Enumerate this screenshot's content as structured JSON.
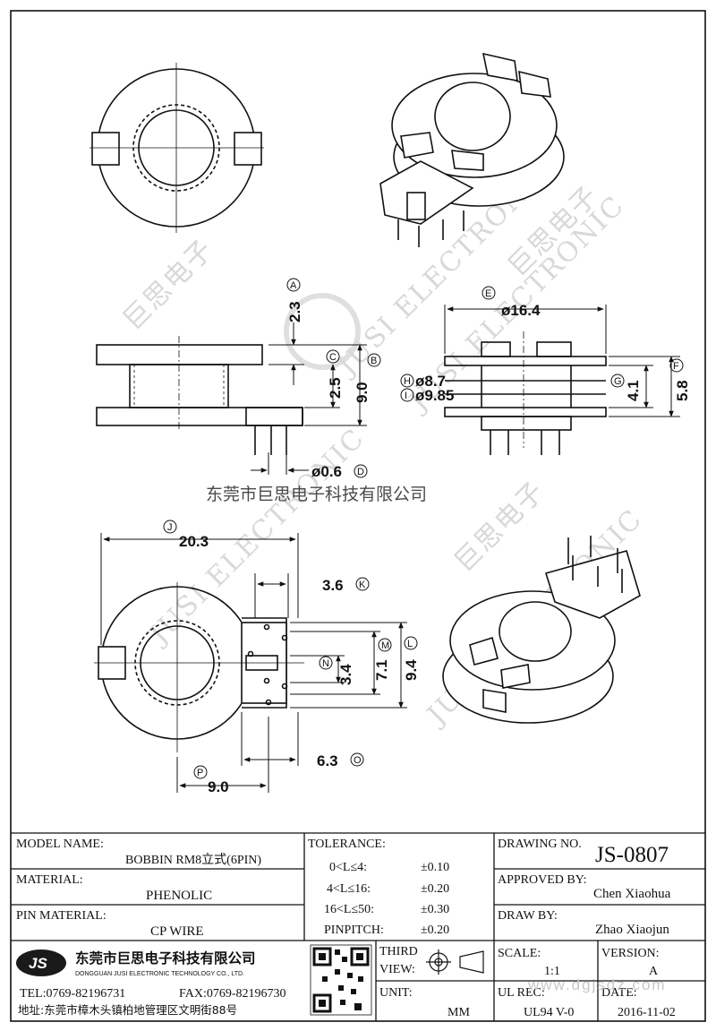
{
  "dimensions": {
    "A": {
      "letter": "A",
      "value": "2.3"
    },
    "B": {
      "letter": "B",
      "value": "9.0"
    },
    "C": {
      "letter": "C",
      "value": "2.5"
    },
    "D": {
      "letter": "D",
      "value": "ø0.6"
    },
    "E": {
      "letter": "E",
      "value": "ø16.4"
    },
    "F": {
      "letter": "F",
      "value": "5.8"
    },
    "G": {
      "letter": "G",
      "value": "4.1"
    },
    "H": {
      "letter": "H",
      "value": "ø8.7"
    },
    "I": {
      "letter": "I",
      "value": "ø9.85"
    },
    "J": {
      "letter": "J",
      "value": "20.3"
    },
    "K": {
      "letter": "K",
      "value": "3.6"
    },
    "L": {
      "letter": "L",
      "value": "9.4"
    },
    "M": {
      "letter": "M",
      "value": "7.1"
    },
    "N": {
      "letter": "N",
      "value": "3.4"
    },
    "O": {
      "letter": "O",
      "value": "6.3"
    },
    "P": {
      "letter": "P",
      "value": "9.0"
    }
  },
  "watermark": {
    "company_cn": "东莞市巨思电子科技有限公司",
    "brand_en": "JUSI ELECTRONIC",
    "brand_cn": "巨思电子"
  },
  "title_block": {
    "model_name_label": "MODEL NAME:",
    "model_name_value": "BOBBIN RM8立式(6PIN)",
    "material_label": "MATERIAL:",
    "material_value": "PHENOLIC",
    "pin_material_label": "PIN MATERIAL:",
    "pin_material_value": "CP WIRE",
    "tolerance_label": "TOLERANCE:",
    "tolerance_rows": [
      {
        "range": "0<L≤4:",
        "value": "±0.10"
      },
      {
        "range": "4<L≤16:",
        "value": "±0.20"
      },
      {
        "range": "16<L≤50:",
        "value": "±0.30"
      },
      {
        "range": "PINPITCH:",
        "value": "±0.20"
      }
    ],
    "drawing_no_label": "DRAWING NO.",
    "drawing_no_value": "JS-0807",
    "approved_by_label": "APPROVED BY:",
    "approved_by_value": "Chen Xiaohua",
    "draw_by_label": "DRAW BY:",
    "draw_by_value": "Zhao Xiaojun",
    "logo_text": "JS",
    "company_name_cn": "东莞市巨思电子科技有限公司",
    "company_name_en": "DONGGUAN JUSI ELECTRONIC TECHNOLOGY CO., LTD.",
    "tel": "TEL:0769-82196731",
    "fax": "FAX:0769-82196730",
    "address": "地址:东莞市樟木头镇柏地管理区文明街88号",
    "third_view_label_1": "THIRD",
    "third_view_label_2": "VIEW:",
    "unit_label": "UNIT:",
    "unit_value": "MM",
    "scale_label": "SCALE:",
    "scale_value": "1:1",
    "version_label": "VERSION:",
    "version_value": "A",
    "ul_rec_label": "UL REC:",
    "ul_rec_value": "UL94 V-0",
    "date_label": "DATE:",
    "date_value": "2016-11-02",
    "site_watermark": "www.dgjsdz.com"
  }
}
